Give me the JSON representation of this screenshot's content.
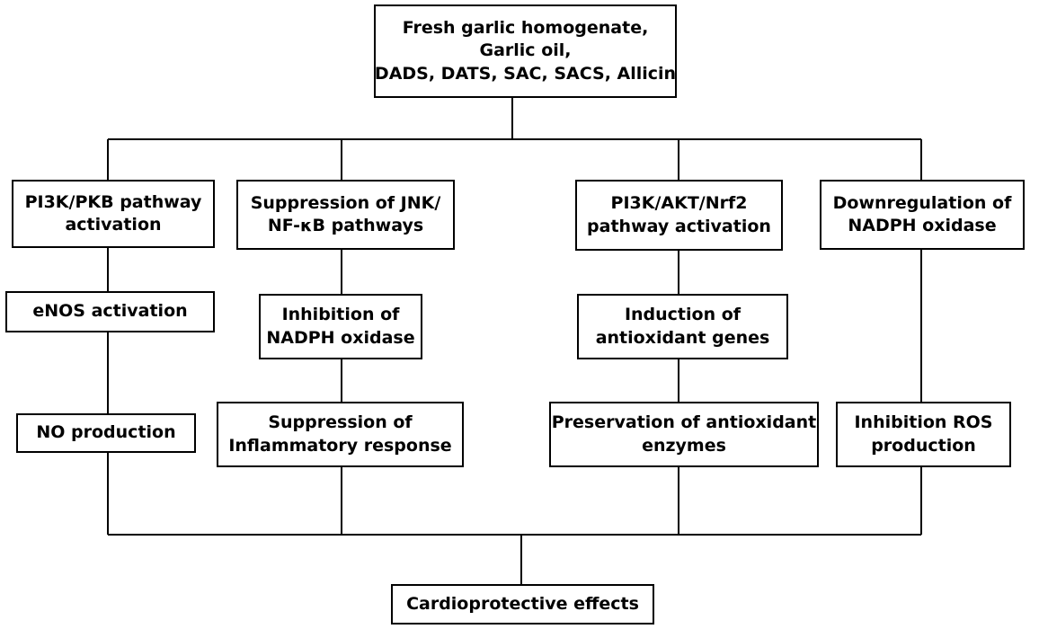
{
  "diagram": {
    "source": [
      "Fresh garlic  homogenate,",
      "Garlic oil,",
      "DADS, DATS, SAC, SACS, Allicin"
    ],
    "branches": [
      {
        "pathway": [
          "PI3K/PKB pathway",
          "activation"
        ],
        "step2": [
          "eNOS activation"
        ],
        "step3": [
          "NO production"
        ]
      },
      {
        "pathway": [
          "Suppression of JNK/",
          "NF-κB pathways"
        ],
        "step2": [
          "Inhibition of",
          "NADPH oxidase"
        ],
        "step3": [
          "Suppression of",
          "Inflammatory response"
        ]
      },
      {
        "pathway": [
          "PI3K/AKT/Nrf2",
          "pathway activation"
        ],
        "step2": [
          "Induction of",
          "antioxidant genes"
        ],
        "step3": [
          "Preservation of antioxidant",
          "enzymes"
        ]
      },
      {
        "pathway": [
          "Downregulation of",
          "NADPH oxidase"
        ],
        "step3": [
          "Inhibition ROS",
          "production"
        ]
      }
    ],
    "outcome": [
      "Cardioprotective effects"
    ]
  }
}
